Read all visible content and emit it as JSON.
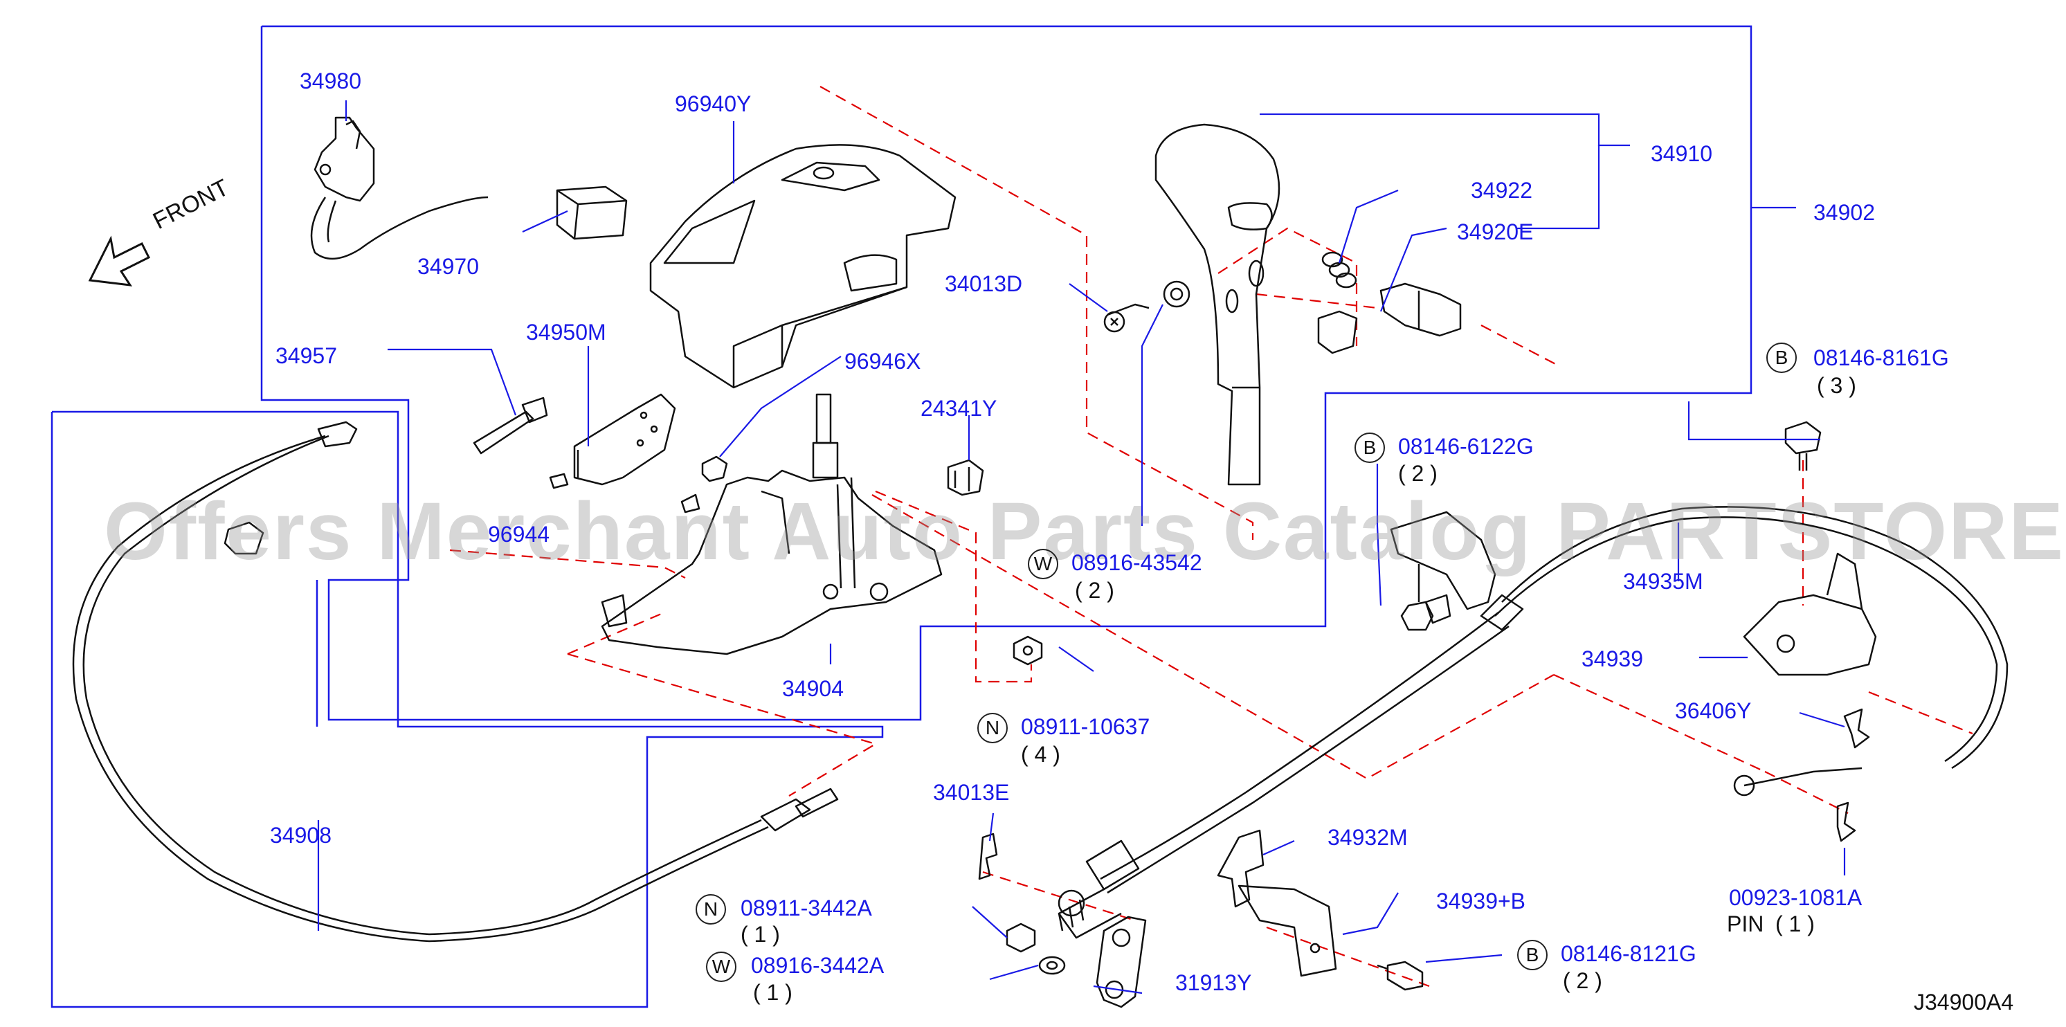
{
  "parts": {
    "p34980": "34980",
    "p96940Y": "96940Y",
    "p34910": "34910",
    "p34922": "34922",
    "p34920E": "34920E",
    "p34902": "34902",
    "p34970": "34970",
    "p34013D": "34013D",
    "p34957": "34957",
    "p34950M": "34950M",
    "p96946X": "96946X",
    "p24341Y": "24341Y",
    "p96944": "96944",
    "p34904": "34904",
    "p34935M": "34935M",
    "p34939": "34939",
    "p36406Y": "36406Y",
    "p34908": "34908",
    "p34013E": "34013E",
    "p34932M": "34932M",
    "p34939B": "34939+B",
    "p31913Y": "31913Y",
    "p00923": "00923-1081A",
    "pin": "PIN",
    "pin_qty": "( 1 )"
  },
  "fasteners": {
    "b1_prefix": "B",
    "b1_part": "08146-8161G",
    "b1_qty": "( 3 )",
    "b2_prefix": "B",
    "b2_part": "08146-6122G",
    "b2_qty": "( 2 )",
    "w1_prefix": "W",
    "w1_part": "08916-43542",
    "w1_qty": "( 2 )",
    "n1_prefix": "N",
    "n1_part": "08911-10637",
    "n1_qty": "( 4 )",
    "n2_prefix": "N",
    "n2_part": "08911-3442A",
    "n2_qty": "( 1 )",
    "w2_prefix": "W",
    "w2_part": "08916-3442A",
    "w2_qty": "( 1 )",
    "b3_prefix": "B",
    "b3_part": "08146-8121G",
    "b3_qty": "( 2 )"
  },
  "direction_label": "FRONT",
  "diagram_ref": "J34900A4",
  "watermark": "Offers Merchant Auto Parts Catalog PARTSTORE.SA",
  "colors": {
    "label": "#1a1ae6",
    "leader": "#1a1ae6",
    "dash": "#e00000",
    "part_line": "#111111",
    "watermark": "#969696"
  }
}
